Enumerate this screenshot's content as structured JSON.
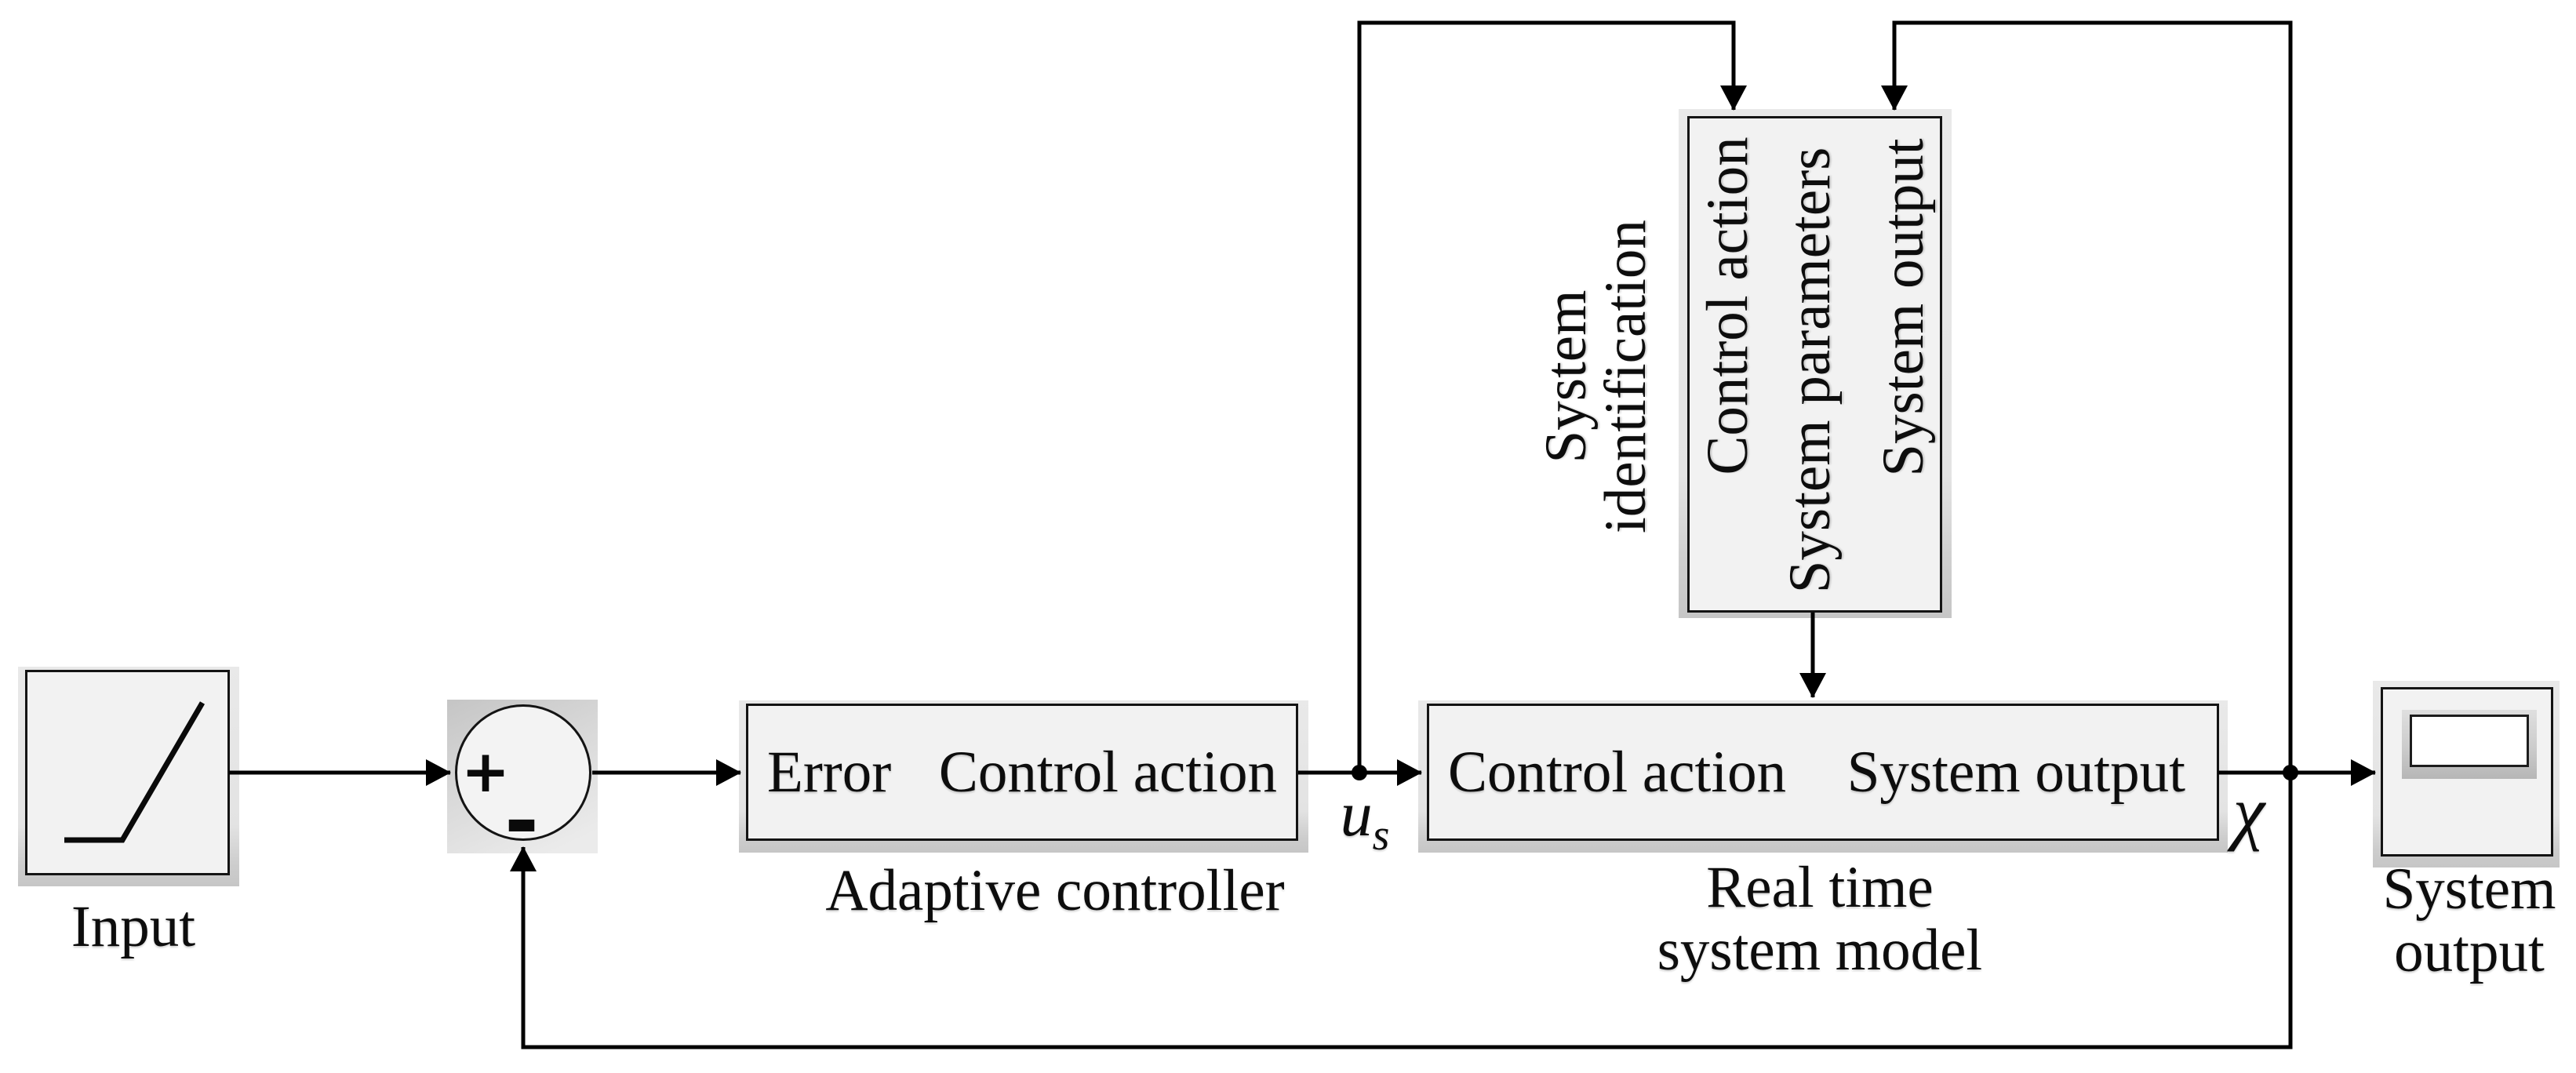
{
  "figure": {
    "type": "control-system-block-diagram",
    "background": "#ffffff",
    "line_color": "#000000",
    "block_fill": "#f2f2f2",
    "block_border": "#141414",
    "shadow_gray": "#c6c6c6"
  },
  "blocks": {
    "input": {
      "caption": "Input",
      "icon": "saturation-ramp"
    },
    "summing_junction": {
      "plus": "+",
      "minus": "-"
    },
    "adaptive_controller": {
      "left_label": "Error",
      "right_label": "Control action",
      "caption": "Adaptive controller"
    },
    "real_time_model": {
      "left_label": "Control action",
      "right_label": "System output",
      "caption_line1": "Real time",
      "caption_line2": "system model"
    },
    "system_identification": {
      "caption_line1": "System",
      "caption_line2": "identification",
      "column1": "Control action",
      "column2": "System parameters",
      "column3": "System output"
    },
    "scope": {
      "caption_line1": "System",
      "caption_line2": "output",
      "icon": "display-scope"
    }
  },
  "signals": {
    "control_signal": {
      "base": "u",
      "sub": "s"
    },
    "state_signal": "χ"
  }
}
